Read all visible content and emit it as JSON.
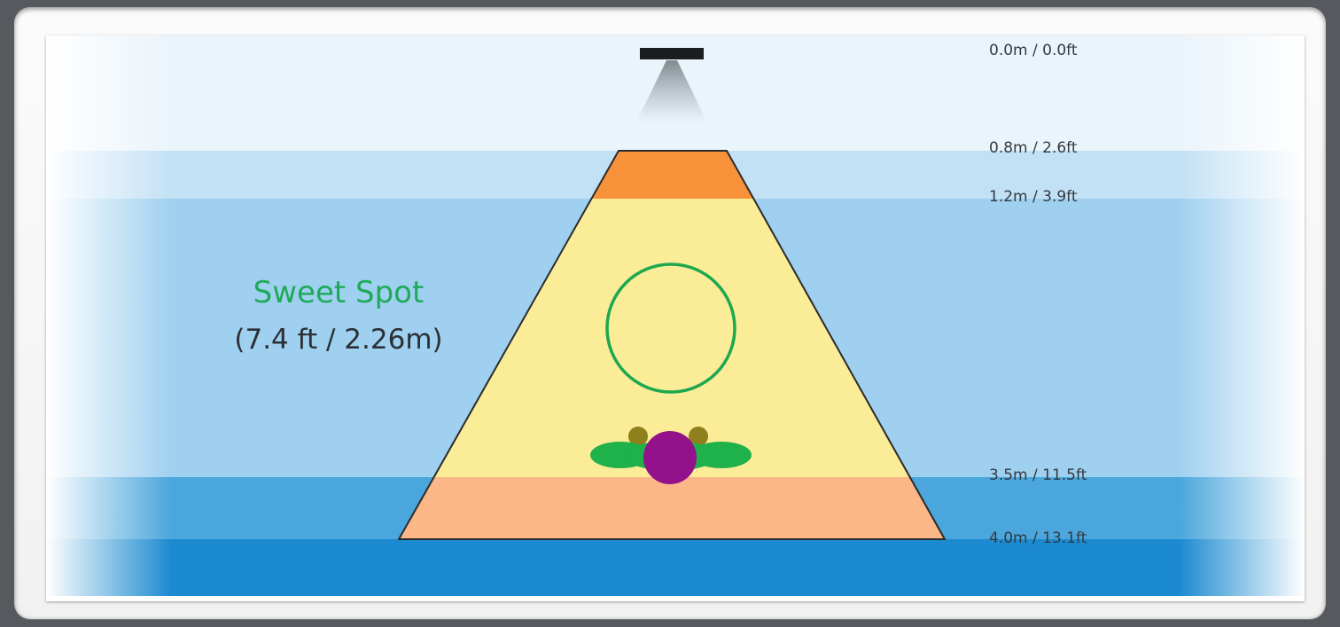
{
  "distance_markers": [
    {
      "label": "0.0m / 0.0ft"
    },
    {
      "label": "0.8m / 2.6ft"
    },
    {
      "label": "1.2m / 3.9ft"
    },
    {
      "label": "3.5m / 11.5ft"
    },
    {
      "label": "4.0m / 13.1ft"
    }
  ],
  "sweet_spot": {
    "title": "Sweet Spot",
    "measurement": "(7.4 ft / 2.26m)"
  },
  "colors": {
    "background_frame": "#56595e",
    "near_band": "#eaf4fb",
    "mid_band": "#9fd0ef",
    "far_band": "#4aa6dc",
    "deep_band": "#1b8ad0",
    "cone_fill": "#fbec98",
    "cone_top": "#f7923a",
    "cone_bottom": "#fbb787",
    "sweet_spot_ring": "#1ea84e",
    "person_body": "#1fb14a",
    "person_head": "#93118a",
    "person_hands": "#8f7f1d",
    "sweet_spot_text": "#1eaa5a"
  }
}
